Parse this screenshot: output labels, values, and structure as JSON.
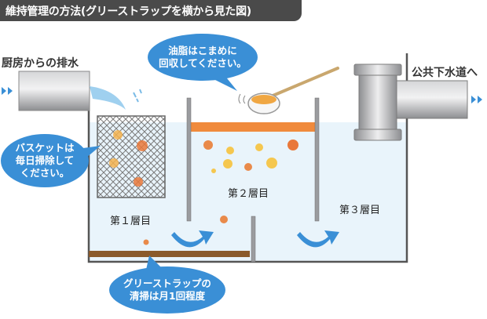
{
  "title": "維持管理の方法(グリーストラップを横から見た図)",
  "inlet_label": "厨房からの排水",
  "outlet_label": "公共下水道へ",
  "bubble_oil": {
    "line1": "油脂はこまめに",
    "line2": "回収してください。"
  },
  "bubble_basket": {
    "line1": "バスケットは",
    "line2": "毎日掃除して",
    "line3": "ください。"
  },
  "bubble_cleaning": {
    "line1": "グリーストラップの",
    "line2": "清掃は月1回程度"
  },
  "layer1": "第１層目",
  "layer2": "第２層目",
  "layer3": "第３層目",
  "colors": {
    "water": "#e8f4fb",
    "bubble_blue": "#3a8fd6",
    "oil_layer": "#f08a3c",
    "sludge": "#8a5a2b",
    "grease_dot": "#e98a4a",
    "pipe": "#a9aaac",
    "header": "#4a4a4a"
  }
}
